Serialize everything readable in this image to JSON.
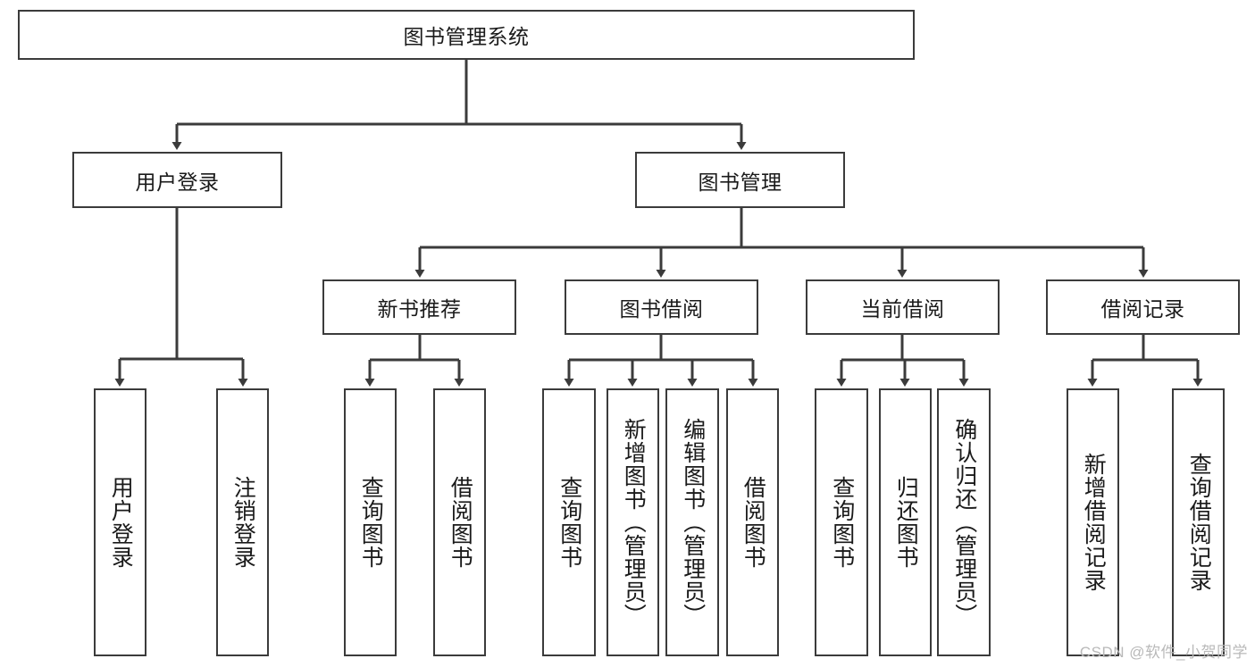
{
  "diagram": {
    "title": "图书管理系统",
    "type": "hierarchy-tree",
    "root": {
      "label": "图书管理系统"
    },
    "level2": [
      {
        "label": "用户登录"
      },
      {
        "label": "图书管理"
      }
    ],
    "level3": [
      {
        "label": "新书推荐"
      },
      {
        "label": "图书借阅"
      },
      {
        "label": "当前借阅"
      },
      {
        "label": "借阅记录"
      }
    ],
    "leaves": {
      "user_login": [
        {
          "label": "用户登录"
        },
        {
          "label": "注销登录"
        }
      ],
      "new_book_recommend": [
        {
          "label": "查询图书"
        },
        {
          "label": "借阅图书"
        }
      ],
      "book_borrow": [
        {
          "label": "查询图书"
        },
        {
          "label": "新增图书（管理员）"
        },
        {
          "label": "编辑图书（管理员）"
        },
        {
          "label": "借阅图书"
        }
      ],
      "current_borrow": [
        {
          "label": "查询图书"
        },
        {
          "label": "归还图书"
        },
        {
          "label": "确认归还（管理员）"
        }
      ],
      "borrow_record": [
        {
          "label": "新增借阅记录"
        },
        {
          "label": "查询借阅记录"
        }
      ]
    }
  },
  "watermark": {
    "text": "CSDN @软件_小贺同学"
  },
  "colors": {
    "stroke": "#3b3b3b",
    "fill": "#ffffff",
    "text": "#1a1a1a",
    "watermark": "#b9b9b9"
  }
}
